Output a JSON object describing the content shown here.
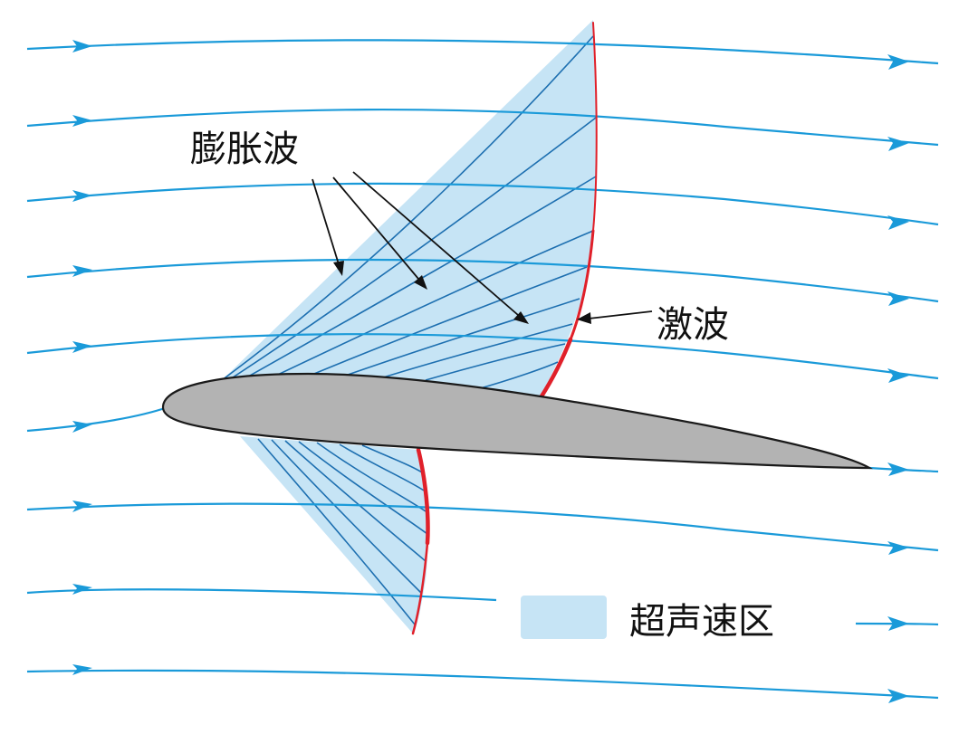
{
  "labels": {
    "expansion_waves": "膨胀波",
    "shock_wave": "激波"
  },
  "legend": {
    "supersonic_region": "超声速区"
  },
  "colors": {
    "streamline": "#1a9ad9",
    "supersonic_region": "#c6e4f5",
    "expansion_lines": "#1d6fb0",
    "shock": "#e0202a",
    "airfoil_fill": "#b3b3b3",
    "annotation": "#111111"
  }
}
